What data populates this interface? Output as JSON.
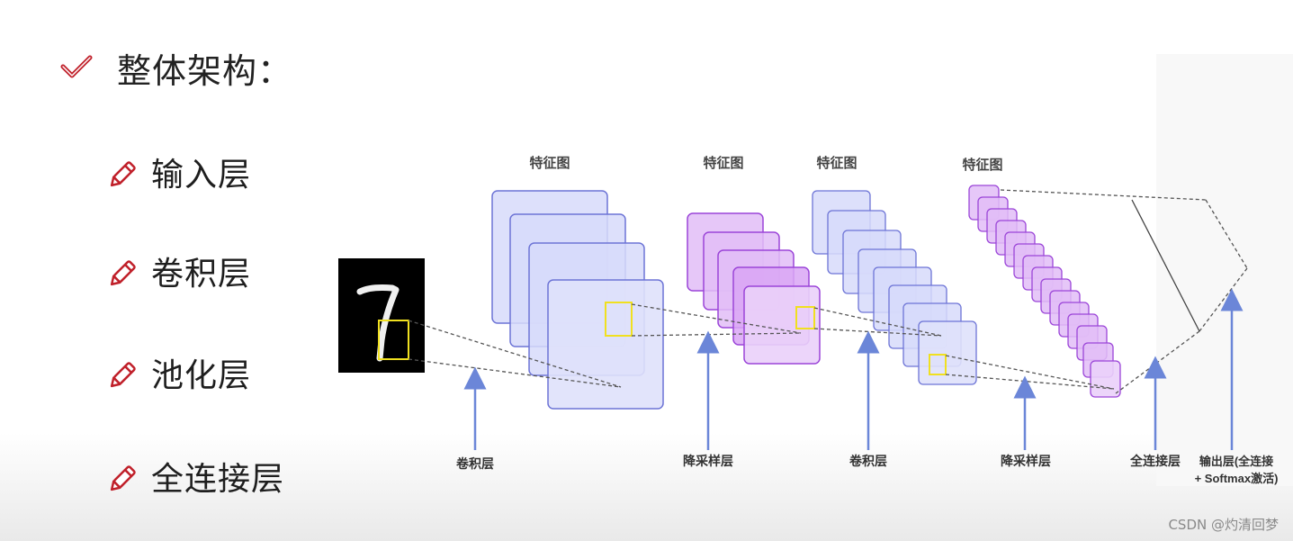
{
  "title": "整体架构：",
  "bullets": [
    {
      "label": "输入层",
      "icon": "pencil-icon"
    },
    {
      "label": "卷积层",
      "icon": "pencil-icon"
    },
    {
      "label": "池化层",
      "icon": "pencil-icon"
    },
    {
      "label": "全连接层",
      "icon": "pencil-icon"
    }
  ],
  "diagram": {
    "feature_map_label": "特征图",
    "stages": [
      {
        "label": "卷积层"
      },
      {
        "label": "降采样层"
      },
      {
        "label": "卷积层"
      },
      {
        "label": "降采样层"
      },
      {
        "label": "全连接层"
      },
      {
        "label_line1": "输出层(全连接",
        "label_line2": "+ Softmax激活)"
      }
    ],
    "colors": {
      "conv_fill": "#d7dafa",
      "conv_stroke": "#6d74d6",
      "pool_fill": "#e2bdf7",
      "pool_stroke": "#9b45d8",
      "arrow": "#6b86d8",
      "patch": "#f0e020",
      "accent_check": "#c0202a",
      "accent_pencil": "#c0202a"
    }
  },
  "watermark": "CSDN @灼清回梦"
}
